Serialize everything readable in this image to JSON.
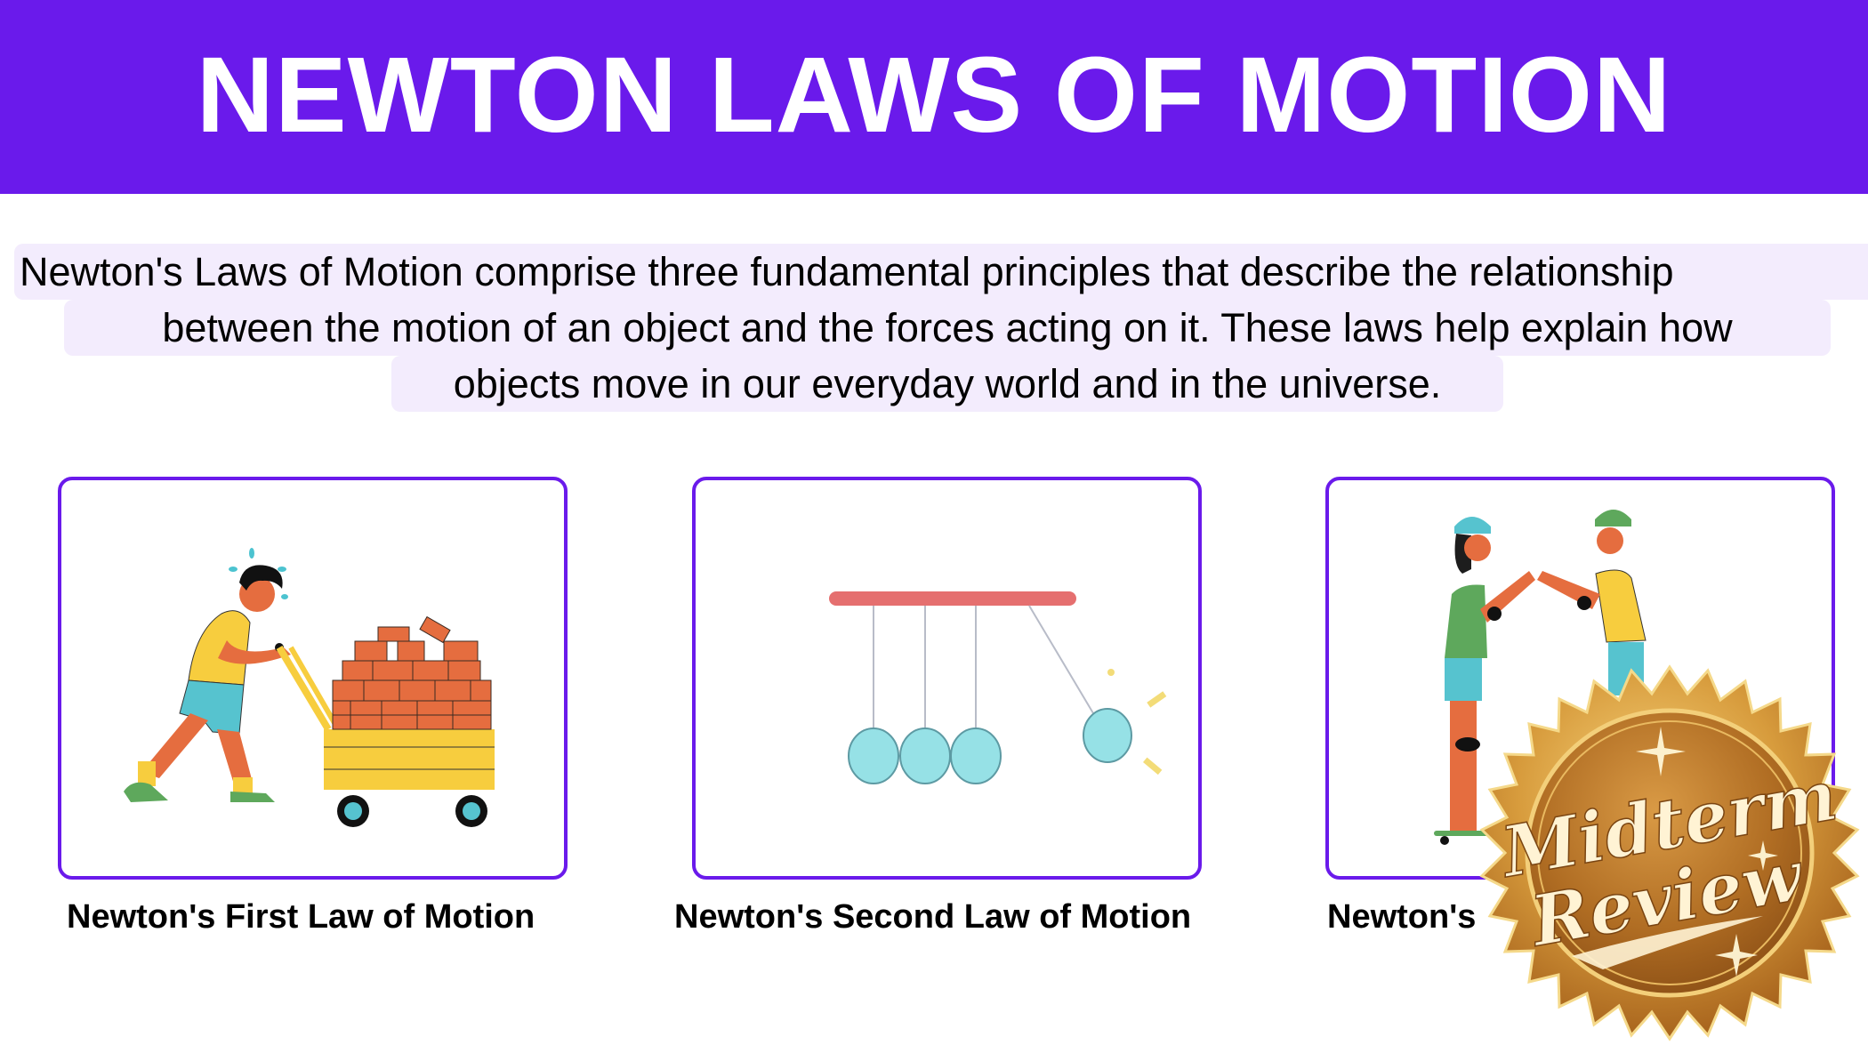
{
  "header": {
    "title": "NEWTON LAWS OF MOTION",
    "background_color": "#6a1aeb"
  },
  "intro": {
    "lines": [
      "Newton's Laws of Motion comprise three fundamental principles that describe the relationship",
      "between the motion of an object and the forces acting on it. These laws help explain how",
      "objects move in our everyday world and in the universe."
    ],
    "highlight_color": "#f3ecfd"
  },
  "cards": [
    {
      "caption": "Newton's First Law of Motion",
      "illustration": "man-pushing-brick-cart-illustration"
    },
    {
      "caption": "Newton's Second Law of Motion",
      "illustration": "newtons-cradle-illustration"
    },
    {
      "caption": "Newton's",
      "illustration": "skaters-high-five-illustration"
    }
  ],
  "card_border_color": "#6a1aeb",
  "badge": {
    "line1": "Midterm",
    "line2": "Review",
    "color": "#c98a2e"
  }
}
